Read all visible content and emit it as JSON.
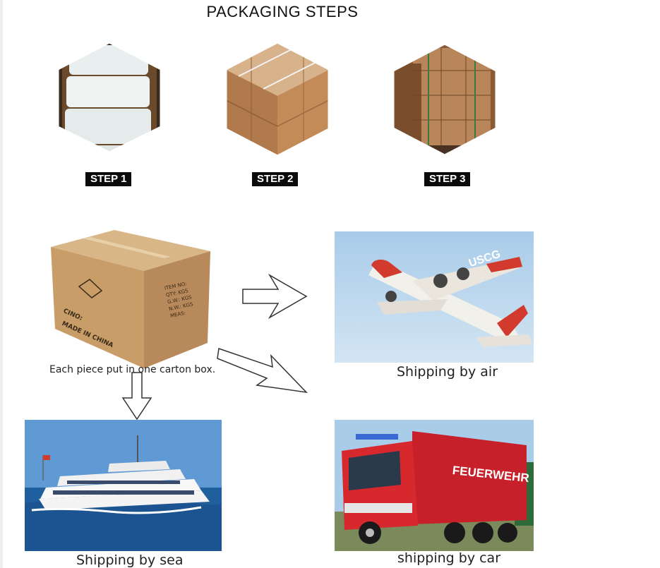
{
  "title": "PACKAGING STEPS",
  "steps": [
    {
      "label": "STEP 1"
    },
    {
      "label": "STEP 2"
    },
    {
      "label": "STEP 3"
    }
  ],
  "carton": {
    "caption": "Each piece put in one carton box.",
    "print_left": [
      "CINO:",
      "MADE IN CHINA"
    ],
    "print_right": [
      "ITEM NO:",
      "QTY:",
      "G.W.:",
      "N.W.:",
      "MEAS:"
    ],
    "print_right_values": [
      "KGS",
      "KGS",
      "KGS"
    ]
  },
  "shipping": {
    "air": {
      "caption": "Shipping by air",
      "tail_text": "USCG"
    },
    "sea": {
      "caption": "Shipping by sea"
    },
    "car": {
      "caption": "shipping by car",
      "truck_text": "FEUERWEHR"
    }
  },
  "colors": {
    "label_bg": "#0b0b0b",
    "carton": "#c9a06d",
    "sky": "#bcd7ee",
    "sea": "#1f5f9e",
    "truck_red": "#d12a2a"
  }
}
